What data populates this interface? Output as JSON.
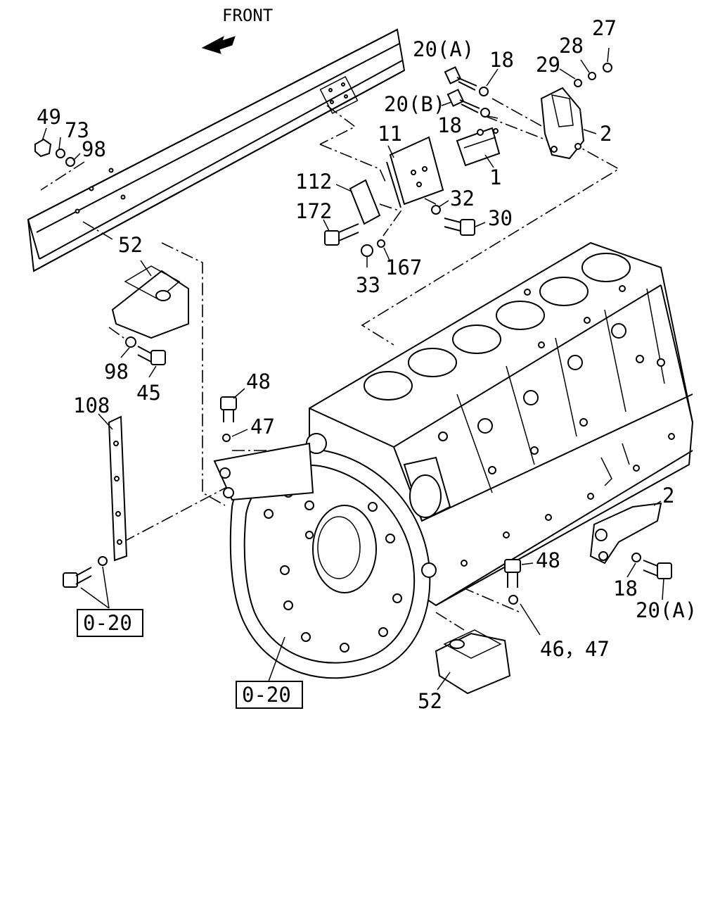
{
  "header": {
    "front_label": "FRONT"
  },
  "callouts": {
    "c27": "27",
    "c28": "28",
    "c29": "29",
    "c20A_top": "20(A)",
    "c18_top": "18",
    "c20B": "20(B)",
    "c18_mid": "18",
    "c2_top": "2",
    "c1": "1",
    "c11": "11",
    "c112": "112",
    "c172": "172",
    "c32": "32",
    "c30": "30",
    "c33": "33",
    "c167": "167",
    "c49": "49",
    "c73": "73",
    "c98_top": "98",
    "c52_top": "52",
    "c98_mid": "98",
    "c45": "45",
    "c48_top": "48",
    "c47": "47",
    "c108": "108",
    "c2_right": "2",
    "c48_bottom": "48",
    "c18_bottom": "18",
    "c20A_bottom": "20(A)",
    "c46_47": "46，47",
    "c52_bottom": "52"
  },
  "references": {
    "ref_left": "0-20",
    "ref_bottom": "0-20"
  }
}
